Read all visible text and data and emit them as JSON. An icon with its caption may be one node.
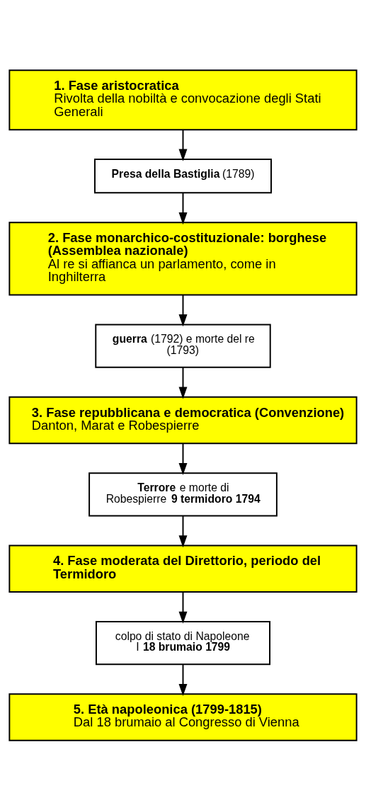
{
  "diagram": {
    "nodes": [
      {
        "text": [
          "1. Fase aristocratica",
          "Rivolta della nobiltà e convocazione degli Stati Generali"
        ]
      },
      {
        "text": [
          "**Presa della Bastiglia** (1789)"
        ]
      },
      {
        "text": [
          "2. Fase monarchico-costituzionale: borghese (Assemblea nazionale)",
          "Al re si affianca un parlamento, come in Inghilterra"
        ]
      },
      {
        "text": [
          "**guerra** (1792) e morte del re (1793)"
        ]
      },
      {
        "text": [
          "3. Fase repubblicana e democratica (Convenzione)",
          "Danton, Marat e Robespierre"
        ]
      },
      {
        "text": [
          "**Terrore** e morte di Robespierre **9 termidoro 1794**"
        ]
      },
      {
        "text": [
          "4. Fase moderata del Direttorio, periodo del Termidoro"
        ]
      },
      {
        "text": [
          "colpo di stato di Napoleone I **18 brumaio 1799**"
        ]
      },
      {
        "text": [
          "5. Età napoleonica (1799-1815)",
          "Dal 18 brumaio al Congresso di Vienna"
        ]
      }
    ],
    "edges": [
      {
        "from": 0,
        "to": 1,
        "arrow": "to"
      },
      {
        "from": 1,
        "to": 2,
        "arrow": "to"
      },
      {
        "from": 2,
        "to": 3,
        "arrow": "to"
      },
      {
        "from": 3,
        "to": 4,
        "arrow": "to"
      },
      {
        "from": 4,
        "to": 5,
        "arrow": "to"
      },
      {
        "from": 5,
        "to": 6,
        "arrow": "to"
      },
      {
        "from": 6,
        "to": 7,
        "arrow": "to"
      },
      {
        "from": 7,
        "to": 8,
        "arrow": "to"
      }
    ]
  }
}
